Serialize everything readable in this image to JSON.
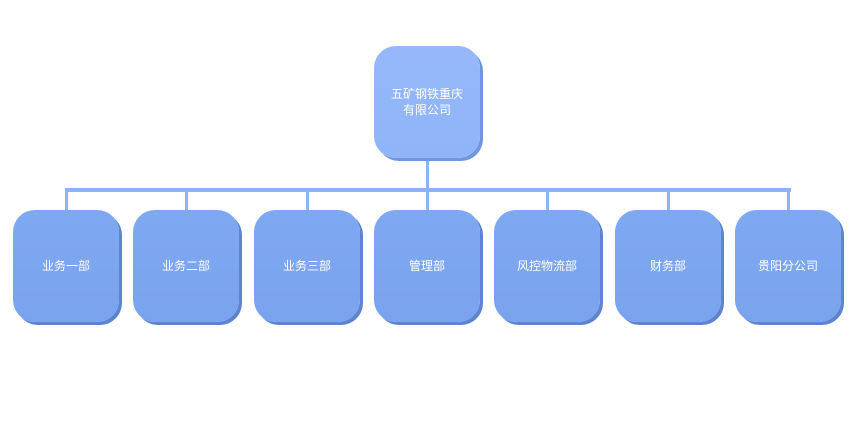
{
  "root": {
    "label": "五矿钢铁重庆\n有限公司"
  },
  "departments": [
    {
      "label": "业务一部"
    },
    {
      "label": "业务二部"
    },
    {
      "label": "业务三部"
    },
    {
      "label": "管理部"
    },
    {
      "label": "风控物流部"
    },
    {
      "label": "财务部"
    },
    {
      "label": "贵阳分公司"
    }
  ],
  "colors": {
    "root_fill": "#93b6fa",
    "dept_fill": "#7ca5f0",
    "connector": "#8eb3f4",
    "text": "#ffffff"
  }
}
